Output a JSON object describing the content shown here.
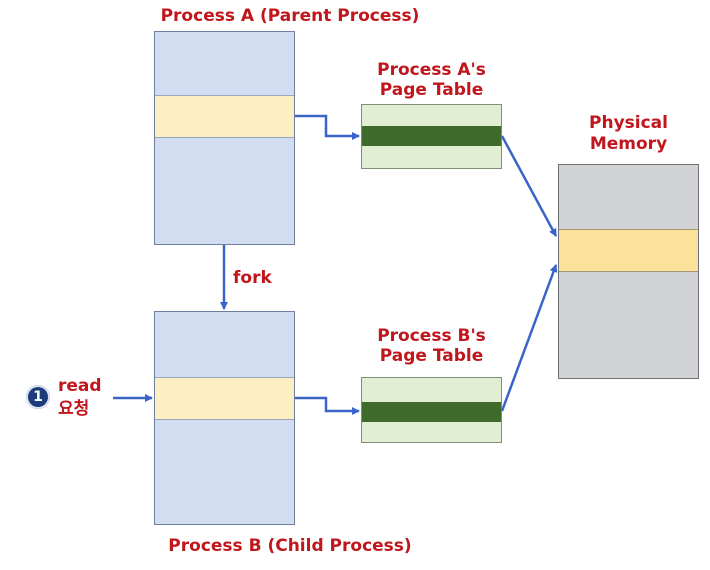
{
  "process_a": {
    "title": "Process A (Parent Process)"
  },
  "process_b": {
    "title": "Process B (Child Process)"
  },
  "page_table_a": {
    "title_line1": "Process A's",
    "title_line2": "Page Table"
  },
  "page_table_b": {
    "title_line1": "Process B's",
    "title_line2": "Page Table"
  },
  "physical_memory": {
    "title_line1": "Physical",
    "title_line2": "Memory"
  },
  "fork_label": "fork",
  "read_request": {
    "step": "1",
    "line1": "read",
    "line2": "요청"
  },
  "colors": {
    "process_fill": "#d3ddf1",
    "page_fill": "#fdefc3",
    "table_fill": "#e1eed3",
    "table_entry": "#3f6b2a",
    "memory_fill": "#d2d3d5",
    "memory_page": "#fbe29a",
    "arrow": "#3a64c8",
    "label": "#c0161c",
    "badge": "#1f3c7a"
  }
}
